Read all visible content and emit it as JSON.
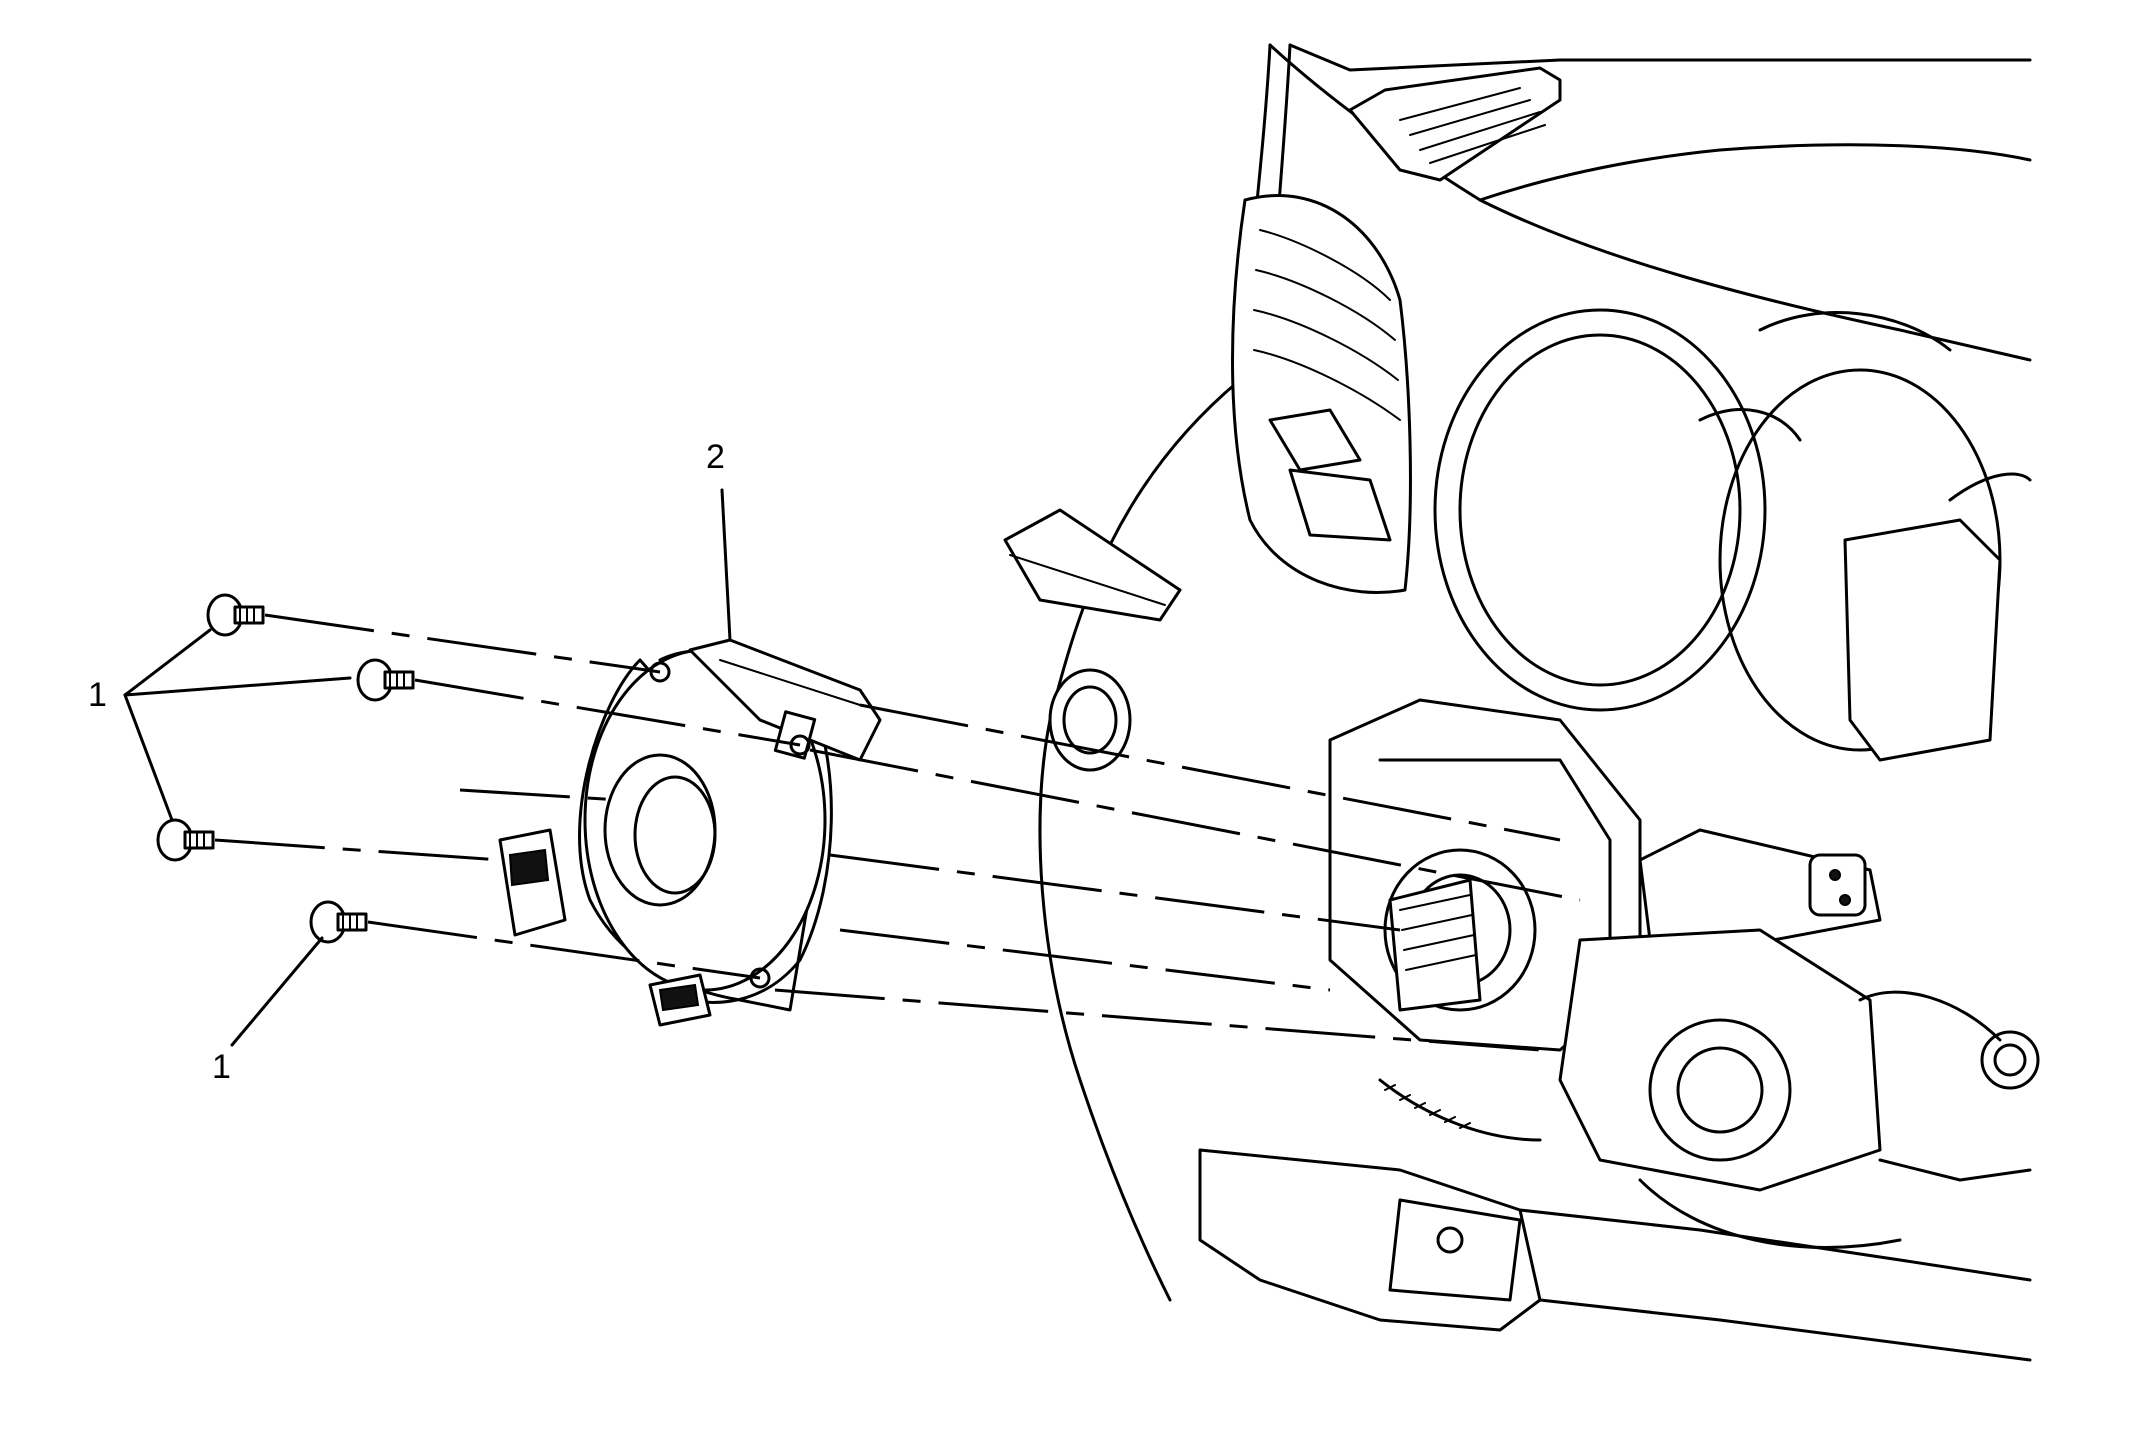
{
  "callouts": {
    "bolts_upper": "1",
    "bolts_lower": "1",
    "clockspring": "2"
  }
}
